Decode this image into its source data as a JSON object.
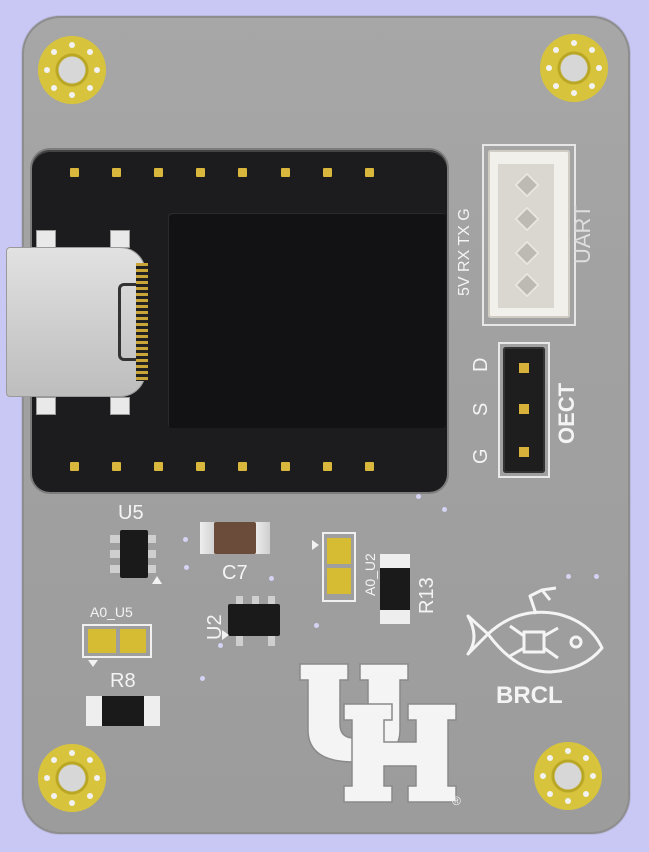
{
  "labels": {
    "uart": "UART",
    "uart_pins": "5V RX TX G",
    "oect": "OECT",
    "oect_d": "D",
    "oect_s": "S",
    "oect_g": "G",
    "u5": "U5",
    "c7": "C7",
    "a0_u2": "A0_U2",
    "r13": "R13",
    "u2": "U2",
    "a0_u5": "A0_U5",
    "r8": "R8",
    "brcl": "BRCL",
    "logo_text": "UH",
    "registered": "®"
  },
  "colors": {
    "board": "#a3a3a3",
    "silkscreen": "#f4f4f4",
    "copper_pad": "#d8c43c",
    "background": "#c9c8f4"
  },
  "icons": {
    "fish_logo": "fish-robot-icon",
    "uh_logo": "university-of-houston-logo"
  }
}
